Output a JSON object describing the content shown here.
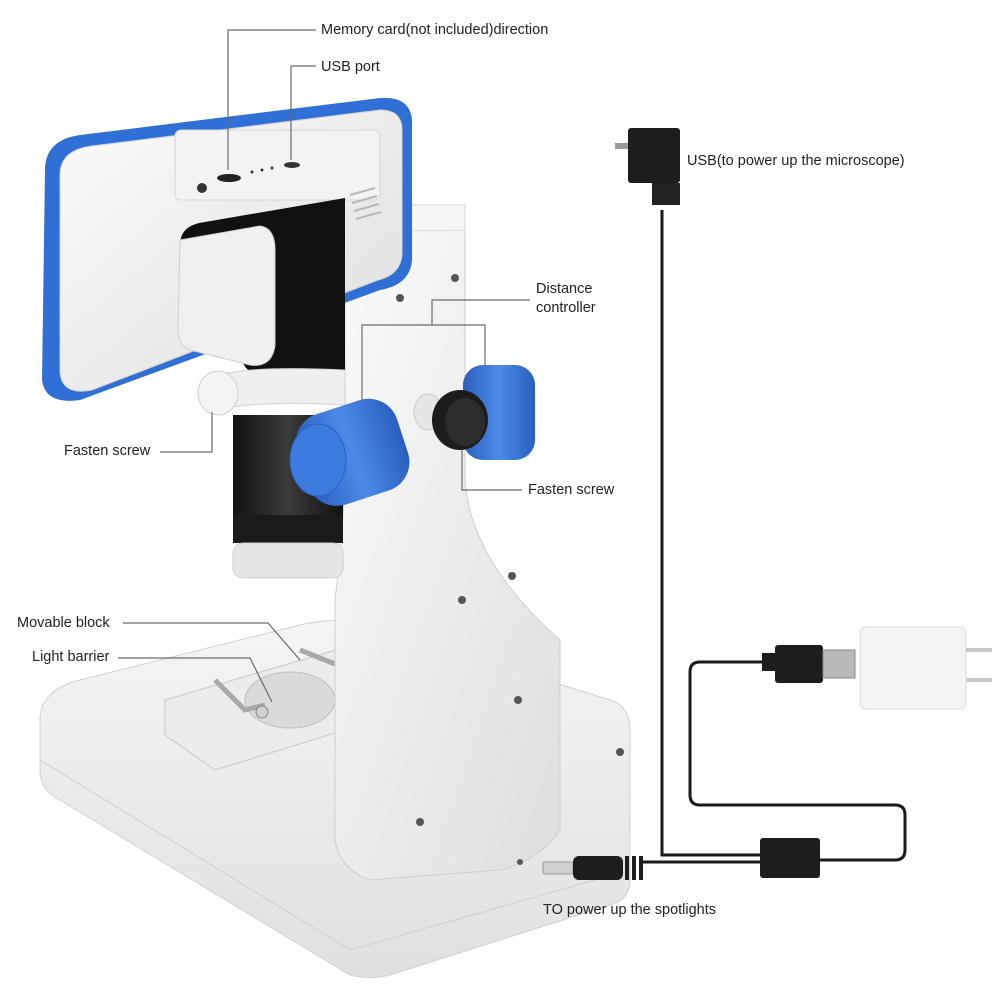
{
  "diagram": {
    "subject": "Digital microscope with LCD screen, stage, and power cables",
    "colors": {
      "background": "#ffffff",
      "body_white": "#f1f1f1",
      "body_shade": "#dcdcdc",
      "accent_blue": "#2f6fd6",
      "cable_black": "#1a1a1a",
      "leader_line": "#6b6b6b",
      "label_text": "#222222"
    },
    "labels": {
      "memory_card": "Memory card(not included)direction",
      "usb_port": "USB port",
      "usb_power": "USB(to power up the microscope)",
      "distance_controller_line1": "Distance",
      "distance_controller_line2": "controller",
      "fasten_screw_left": "Fasten screw",
      "fasten_screw_right": "Fasten screw",
      "movable_block": "Movable block",
      "light_barrier": "Light barrier",
      "spotlights_power": "TO power up the spotlights"
    }
  }
}
